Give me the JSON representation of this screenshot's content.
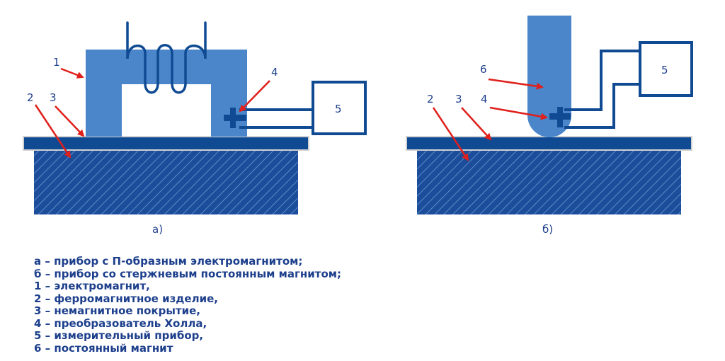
{
  "diagram_a": {
    "labels": {
      "1": "1",
      "2": "2",
      "3": "3",
      "4": "4",
      "5": "5"
    },
    "caption": "а)"
  },
  "diagram_b": {
    "labels": {
      "2": "2",
      "3": "3",
      "4": "4",
      "5": "5",
      "6": "6"
    },
    "caption": "б)"
  },
  "legend": [
    "а – прибор с П-образным электромагнитом;",
    "б – прибор со стержневым постоянным магнитом;",
    "1 – электромагнит,",
    "2 – ферромагнитное изделие,",
    "3 – немагнитное покрытие,",
    "4 – преобразователь Холла,",
    "5 – измерительный прибор,",
    "6 – постоянный магнит"
  ],
  "colors": {
    "magnet": "#4a86c9",
    "dark_blue": "#0f4a92",
    "product": "#1b4d9a",
    "arrow": "#e0201c",
    "text": "#1d3f8c"
  }
}
